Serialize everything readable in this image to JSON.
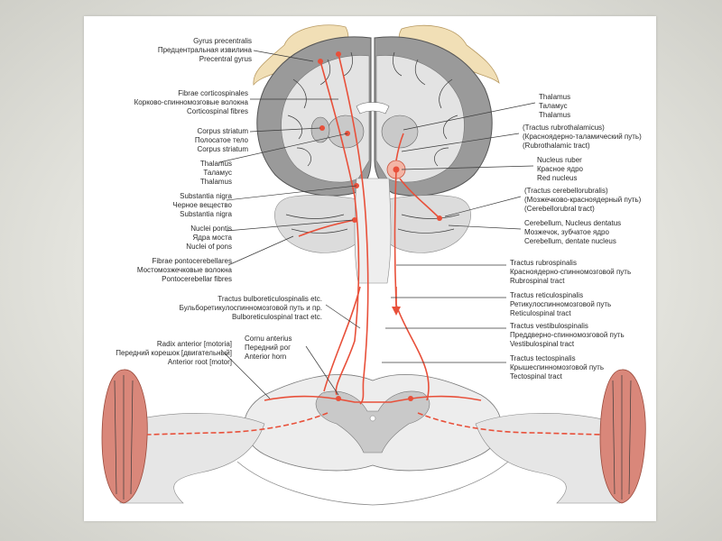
{
  "labels_left": [
    {
      "id": "precentral",
      "lines": [
        "Gyrus precentralis",
        "Предцентральная извилина",
        "Precentral gyrus"
      ]
    },
    {
      "id": "corticospinal",
      "lines": [
        "Fibrae corticospinales",
        "Корково-спинномозговые волокна",
        "Corticospinal fibres"
      ]
    },
    {
      "id": "striatum",
      "lines": [
        "Corpus striatum",
        "Полосатое тело",
        "Corpus striatum"
      ]
    },
    {
      "id": "thalamus-l",
      "lines": [
        "Thalamus",
        "Таламус",
        "Thalamus"
      ]
    },
    {
      "id": "nigra",
      "lines": [
        "Substantia nigra",
        "Черное вещество",
        "Substantia nigra"
      ]
    },
    {
      "id": "pontis",
      "lines": [
        "Nuclei pontis",
        "Ядра моста",
        "Nuclei of pons"
      ]
    },
    {
      "id": "pontocerebellar",
      "lines": [
        "Fibrae pontocerebellares",
        "Мостомозжечковые волокна",
        "Pontocerebellar fibres"
      ]
    },
    {
      "id": "bulboreticular",
      "lines": [
        "Tractus bulboreticulospinalis etc.",
        "Бульборетикулоспинномозговой путь и пр.",
        "Bulboreticulospinal tract etc."
      ]
    },
    {
      "id": "radix",
      "lines": [
        "Radix anterior [motoria]",
        "Передний корешок [двигательный]",
        "Anterior root [motor]"
      ]
    },
    {
      "id": "cornu",
      "lines": [
        "Cornu anterius",
        "Передний рог",
        "Anterior horn"
      ]
    }
  ],
  "labels_right": [
    {
      "id": "thalamus-r",
      "lines": [
        "Thalamus",
        "Таламус",
        "Thalamus"
      ]
    },
    {
      "id": "rubrothalamic",
      "lines": [
        "(Tractus rubrothalamicus)",
        "(Красноядерно-таламический путь)",
        "(Rubrothalamic tract)"
      ]
    },
    {
      "id": "ruber",
      "lines": [
        "Nucleus ruber",
        "Красное ядро",
        "Red nucleus"
      ]
    },
    {
      "id": "cerebellorubral",
      "lines": [
        "(Tractus cerebellorubralis)",
        "(Мозжечково-красноядерный путь)",
        "(Cerebellorubral tract)"
      ]
    },
    {
      "id": "dentatus",
      "lines": [
        "Cerebellum, Nucleus dentatus",
        "Мозжечок, зубчатое ядро",
        "Cerebellum, dentate nucleus"
      ]
    },
    {
      "id": "rubrospinal",
      "lines": [
        "Tractus rubrospinalis",
        "Красноядерно-спинномозговой путь",
        "Rubrospinal tract"
      ]
    },
    {
      "id": "reticulospinal",
      "lines": [
        "Tractus reticulospinalis",
        "Ретикулоспинномозговой путь",
        "Reticulospinal tract"
      ]
    },
    {
      "id": "vestibulospinal",
      "lines": [
        "Tractus vestibulospinalis",
        "Преддверно-спинномозговой путь",
        "Vestibulospinal tract"
      ]
    },
    {
      "id": "tectospinal",
      "lines": [
        "Tractus tectospinalis",
        "Крышеспинномозговой путь",
        "Tectospinal tract"
      ]
    }
  ],
  "colors": {
    "pathway": "#e8503a",
    "cortex_dark": "#8c8c8c",
    "cortex_light": "#d9d9d9",
    "homunculus": "#f1dfb6",
    "muscle": "#d9877a"
  }
}
